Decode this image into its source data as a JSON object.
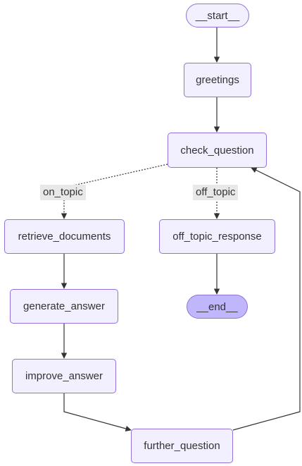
{
  "nodes": {
    "start": "__start__",
    "greetings": "greetings",
    "check_question": "check_question",
    "retrieve_documents": "retrieve_documents",
    "off_topic_response": "off_topic_response",
    "generate_answer": "generate_answer",
    "end": "__end__",
    "improve_answer": "improve_answer",
    "further_question": "further_question"
  },
  "edge_labels": {
    "on_topic": "on_topic",
    "off_topic": "off_topic"
  },
  "colors": {
    "node_fill": "#f2f0ff",
    "node_border": "#9370db",
    "end_fill": "#bfb6fc",
    "edge": "#333333",
    "label_bg": "#e8e8e8"
  }
}
